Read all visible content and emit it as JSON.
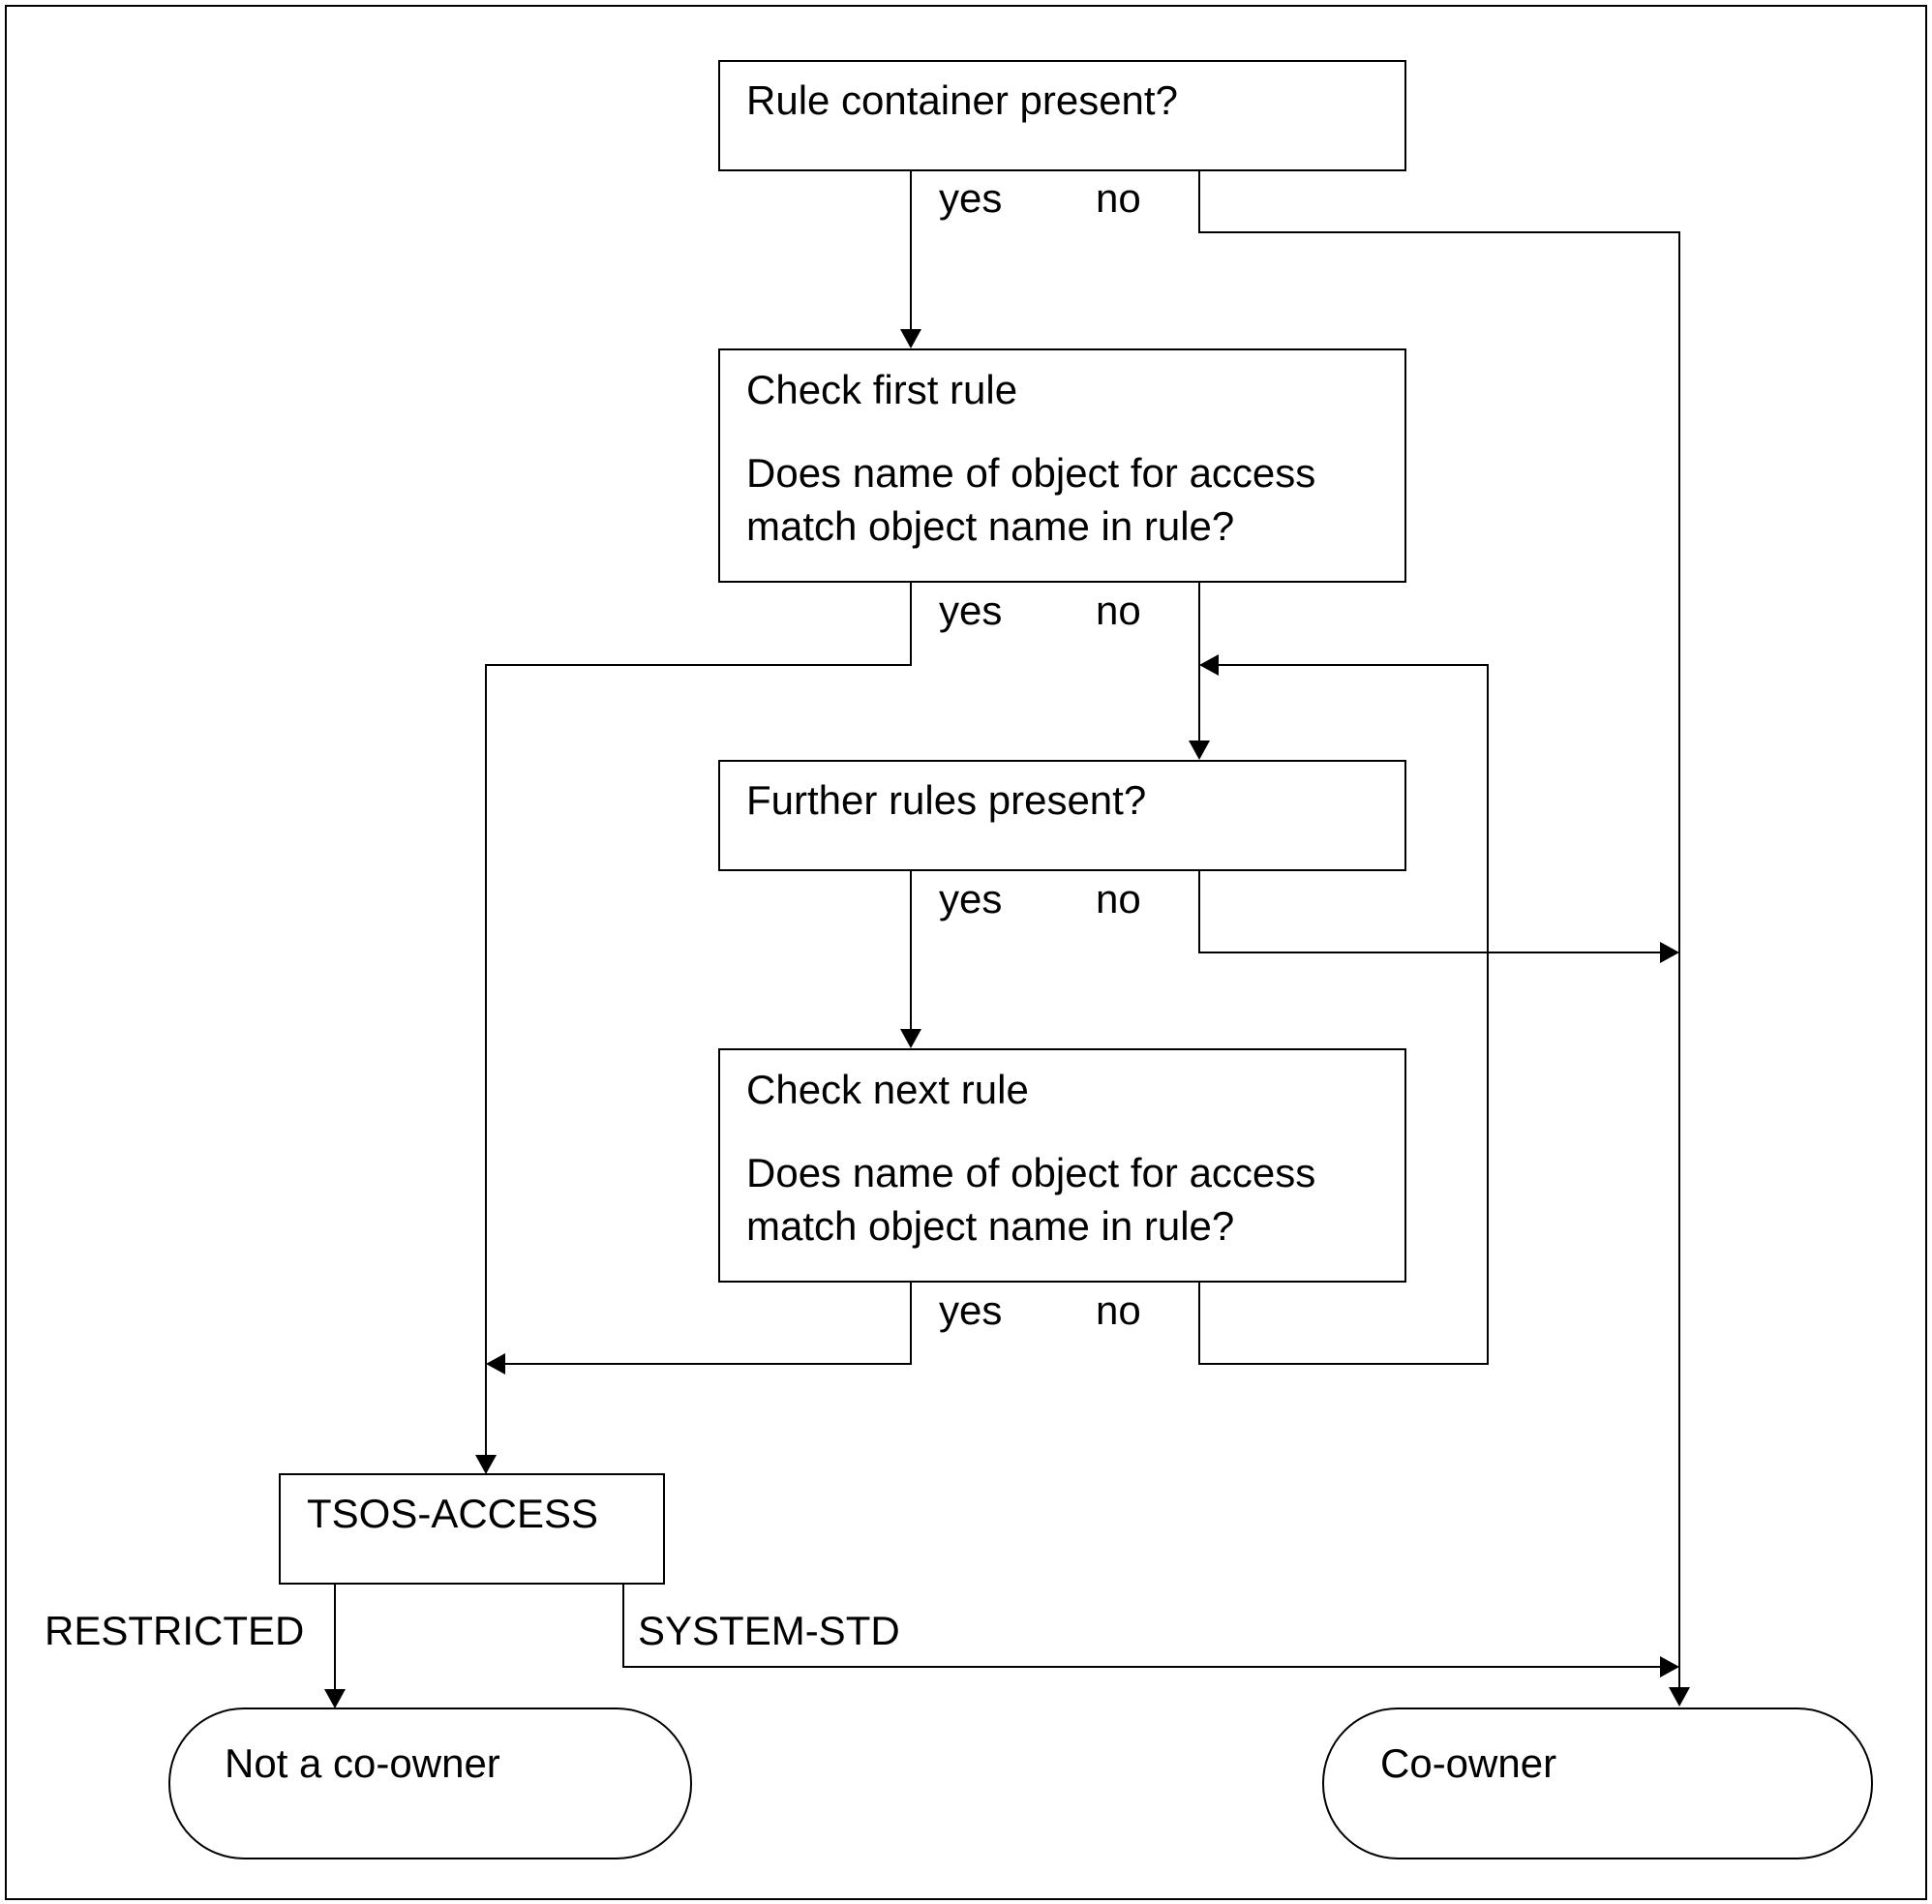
{
  "nodes": {
    "rule_container": {
      "text": "Rule container present?"
    },
    "check_first": {
      "title": "Check first rule",
      "line1": "Does name of object for access",
      "line2": "match object name in rule?"
    },
    "further_rules": {
      "text": "Further rules present?"
    },
    "check_next": {
      "title": "Check next rule",
      "line1": "Does name of object for access",
      "line2": "match object name in rule?"
    },
    "tsos_access": {
      "text": "TSOS-ACCESS"
    },
    "not_coowner": {
      "text": "Not a co-owner"
    },
    "coowner": {
      "text": "Co-owner"
    }
  },
  "labels": {
    "yes": "yes",
    "no": "no",
    "restricted": "RESTRICTED",
    "system_std": "SYSTEM-STD"
  },
  "colors": {
    "line": "#000000",
    "background": "#ffffff"
  }
}
